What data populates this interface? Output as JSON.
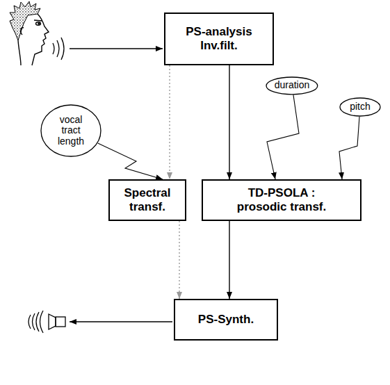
{
  "diagram": {
    "nodes": [
      {
        "text": [
          "PS-analysis Inv.filt."
        ]
      },
      {
        "text": [
          "vocal tract length"
        ]
      },
      {
        "text": [
          "duration"
        ]
      },
      {
        "text": [
          "pitch"
        ]
      },
      {
        "text": [
          "Spectral transf."
        ]
      },
      {
        "text": [
          "TD-PSOLA : prosodic transf."
        ]
      },
      {
        "text": [
          "PS-Synth."
        ]
      }
    ],
    "edges": [
      {
        "from": 0,
        "to": 4,
        "arrow": "to"
      },
      {
        "from": 0,
        "to": 5,
        "arrow": "to"
      },
      {
        "from": 1,
        "to": 4,
        "arrow": "to"
      },
      {
        "from": 2,
        "to": 5,
        "arrow": "to"
      },
      {
        "from": 3,
        "to": 5,
        "arrow": "to"
      },
      {
        "from": 4,
        "to": 6,
        "arrow": "to"
      },
      {
        "from": 5,
        "to": 6,
        "arrow": "to"
      }
    ]
  }
}
